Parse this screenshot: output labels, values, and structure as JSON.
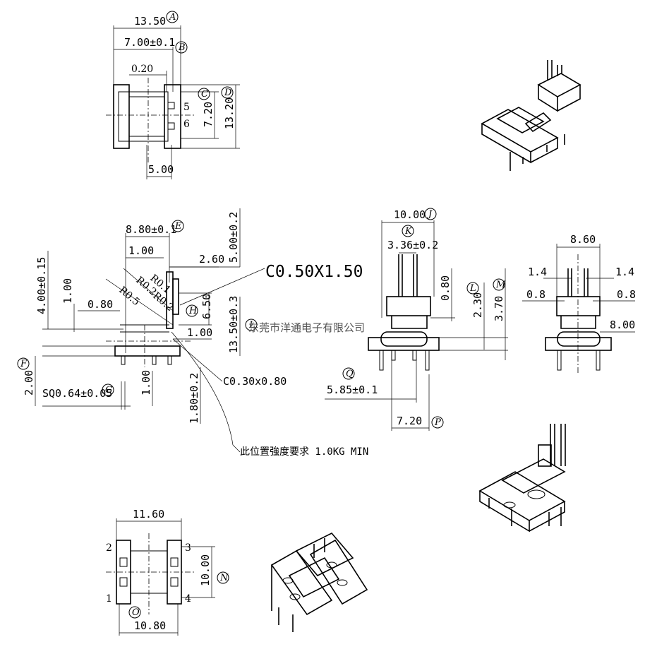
{
  "top_view": {
    "dim_a": "13.50",
    "label_a": "A",
    "dim_b": "7.00±0.1",
    "label_b": "B",
    "dim_020": "0.20",
    "dim_c": "7.20",
    "label_c": "C",
    "dim_d": "13.20",
    "label_d": "D",
    "dim_500": "5.00",
    "pin5": "5",
    "pin6": "6"
  },
  "side_view": {
    "dim_e": "8.80±0.1",
    "label_e": "E",
    "dim_100a": "1.00",
    "dim_260": "2.60",
    "dim_500v": "5.00±0.2",
    "chamfer_main": "C0.50X1.50",
    "r01": "R0.1",
    "r02a": "R0.2",
    "r02b": "R0.2",
    "r05": "R0.5",
    "dim_400": "4.00±0.15",
    "dim_100b": "1.00",
    "dim_080": "0.80",
    "dim_650": "6.50",
    "label_h": "H",
    "dim_1350": "13.50±0.3",
    "label_i": "I",
    "dim_100c": "1.00",
    "label_f": "F",
    "chamfer_small": "C0.30x0.80",
    "dim_200": "2.00",
    "dim_sq": "SQ0.64±0.05",
    "label_g": "G",
    "dim_100d": "1.00",
    "dim_180": "1.80±0.2",
    "note_strength": "此位置強度要求 1.0KG MIN",
    "watermark": "东莞市洋通电子有限公司"
  },
  "front_view": {
    "dim_j": "10.00",
    "label_j": "J",
    "label_k": "K",
    "dim_k": "3.36±0.2",
    "dim_080": "0.80",
    "dim_l": "2.30",
    "label_l": "L",
    "dim_m": "3.70",
    "label_m": "M",
    "label_q": "Q",
    "dim_q": "5.85±0.1",
    "dim_p": "7.20",
    "label_p": "P"
  },
  "right_view": {
    "dim_860": "8.60",
    "dim_14a": "1.4",
    "dim_14b": "1.4",
    "dim_08a": "0.8",
    "dim_08b": "0.8",
    "dim_800": "8.00"
  },
  "bottom_view": {
    "dim_1160": "11.60",
    "dim_n": "10.00",
    "label_n": "N",
    "label_o": "O",
    "dim_1080": "10.80",
    "pin1": "1",
    "pin2": "2",
    "pin3": "3",
    "pin4": "4"
  }
}
